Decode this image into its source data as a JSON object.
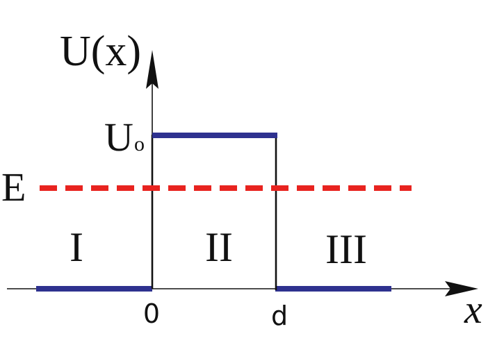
{
  "axis": {
    "y_label": "U(x)",
    "x_label": "x",
    "origin_label": "0",
    "width_label": "d"
  },
  "levels": {
    "barrier_label": "U",
    "barrier_subscript": "o",
    "energy_label": "E"
  },
  "regions": [
    "I",
    "II",
    "III"
  ],
  "colors": {
    "potential": "#2e318f",
    "energy": "#e8231f",
    "axis": "#111111"
  }
}
